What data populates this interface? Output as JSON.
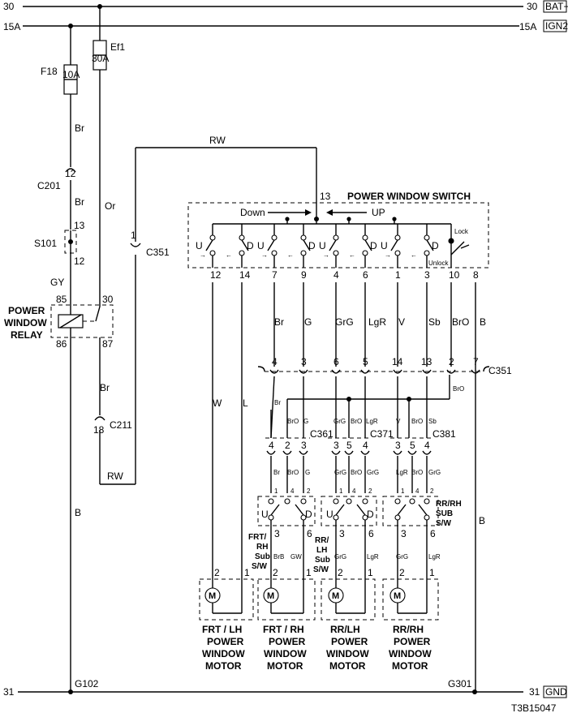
{
  "rails": {
    "bat_num": "30",
    "bat_tag": "BAT+",
    "ign_num": "15A",
    "ign_tag": "IGN2",
    "gnd_num": "31",
    "gnd_tag": "GND"
  },
  "fuses": {
    "f18_name": "F18",
    "f18_rating": "10A",
    "ef1_name": "Ef1",
    "ef1_rating": "30A"
  },
  "connectors": {
    "c201": "C201",
    "c201_pin": "12",
    "s101": "S101",
    "s101_top": "13",
    "s101_bottom": "12",
    "c351": "C351",
    "c351_pin": "1",
    "c211": "C211",
    "c211_pin": "18",
    "c361": "C361",
    "c371": "C371",
    "c381": "C381",
    "g102": "G102",
    "g301": "G301"
  },
  "relay": {
    "title_lines": [
      "POWER",
      "WINDOW",
      "RELAY"
    ],
    "pin_85": "85",
    "pin_86": "86",
    "pin_30": "30",
    "pin_87": "87"
  },
  "wires": {
    "br": "Br",
    "or": "Or",
    "gy": "GY",
    "rw": "RW",
    "w": "W",
    "l": "L",
    "g": "G",
    "grg": "GrG",
    "lgr": "LgR",
    "v": "V",
    "sb": "Sb",
    "bro": "BrO",
    "b": "B",
    "brb": "BrB",
    "gw": "GW"
  },
  "switch": {
    "title": "POWER WINDOW SWITCH",
    "down": "Down",
    "up": "UP",
    "lock": "Lock",
    "unlock": "Unlock",
    "u": "U",
    "d": "D",
    "pin_13": "13",
    "bottom_pins": [
      "12",
      "14",
      "7",
      "9",
      "4",
      "6",
      "1",
      "3",
      "10",
      "8"
    ]
  },
  "c351_pins": [
    "4",
    "3",
    "6",
    "5",
    "14",
    "13",
    "2",
    "7"
  ],
  "subconn": {
    "c361_pins": [
      "4",
      "2",
      "3"
    ],
    "c371_pins": [
      "3",
      "5",
      "4"
    ],
    "c381_pins": [
      "3",
      "5",
      "4"
    ]
  },
  "subswitch": {
    "pins_top": [
      "1",
      "4",
      "2"
    ],
    "pins_bottom": [
      "3",
      "6"
    ],
    "frt_rh_label": [
      "FRT/",
      "RH",
      "Sub",
      "S/W"
    ],
    "rr_lh_label": [
      "RR/",
      "LH",
      "Sub",
      "S/W"
    ],
    "rr_rh_label": [
      "RR/RH",
      "SUB",
      "S/W"
    ]
  },
  "motor": {
    "m": "M",
    "pin_2": "2",
    "pin_1": "1",
    "frt_lh": [
      "FRT / LH",
      "POWER",
      "WINDOW",
      "MOTOR"
    ],
    "frt_rh": [
      "FRT / RH",
      "POWER",
      "WINDOW",
      "MOTOR"
    ],
    "rr_lh": [
      "RR/LH",
      "POWER",
      "WINDOW",
      "MOTOR"
    ],
    "rr_rh": [
      "RR/RH",
      "POWER",
      "WINDOW",
      "MOTOR"
    ]
  },
  "code": "T3B15047"
}
